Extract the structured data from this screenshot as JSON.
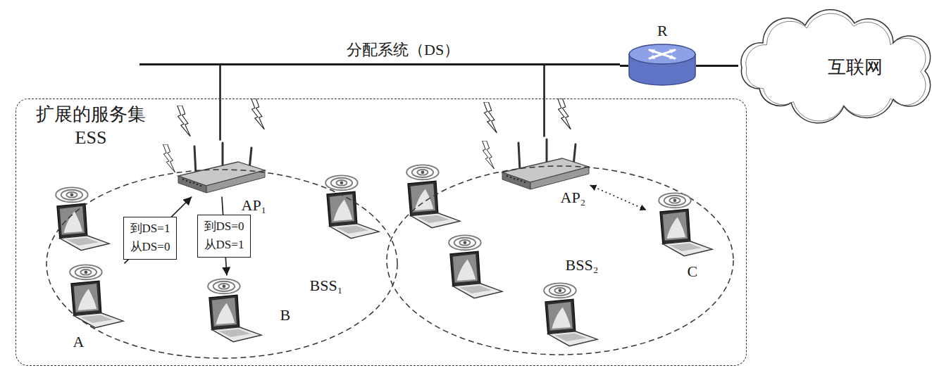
{
  "diagram": {
    "nodes": [
      {
        "text": [
          "分配系统（DS）"
        ]
      },
      {
        "text": [
          "R"
        ]
      },
      {
        "text": [
          "互联网"
        ]
      },
      {
        "text": [
          "扩展的服务集 ESS"
        ]
      },
      {
        "text": [
          "AP₁"
        ],
        "in": 3
      },
      {
        "text": [
          "BSS₁"
        ],
        "in": 3
      },
      {
        "text": [
          "A"
        ],
        "in": 5
      },
      {
        "text": [
          "B"
        ],
        "in": 5
      },
      {
        "text": [
          "AP₂"
        ],
        "in": 3
      },
      {
        "text": [
          "BSS₂"
        ],
        "in": 3
      },
      {
        "text": [
          "C"
        ],
        "in": 9
      }
    ],
    "edges": [
      {
        "from": 6,
        "to": 4,
        "arrow": "to",
        "label": "到DS=1 从DS=0"
      },
      {
        "from": 4,
        "to": 7,
        "arrow": "to",
        "label": "到DS=0 从DS=1"
      },
      {
        "from": 8,
        "to": 10,
        "arrow": "both"
      },
      {
        "from": 4,
        "to": 0,
        "arrow": "none"
      },
      {
        "from": 8,
        "to": 0,
        "arrow": "none"
      },
      {
        "from": 0,
        "to": 1,
        "arrow": "none"
      },
      {
        "from": 1,
        "to": 2,
        "arrow": "none"
      }
    ]
  }
}
